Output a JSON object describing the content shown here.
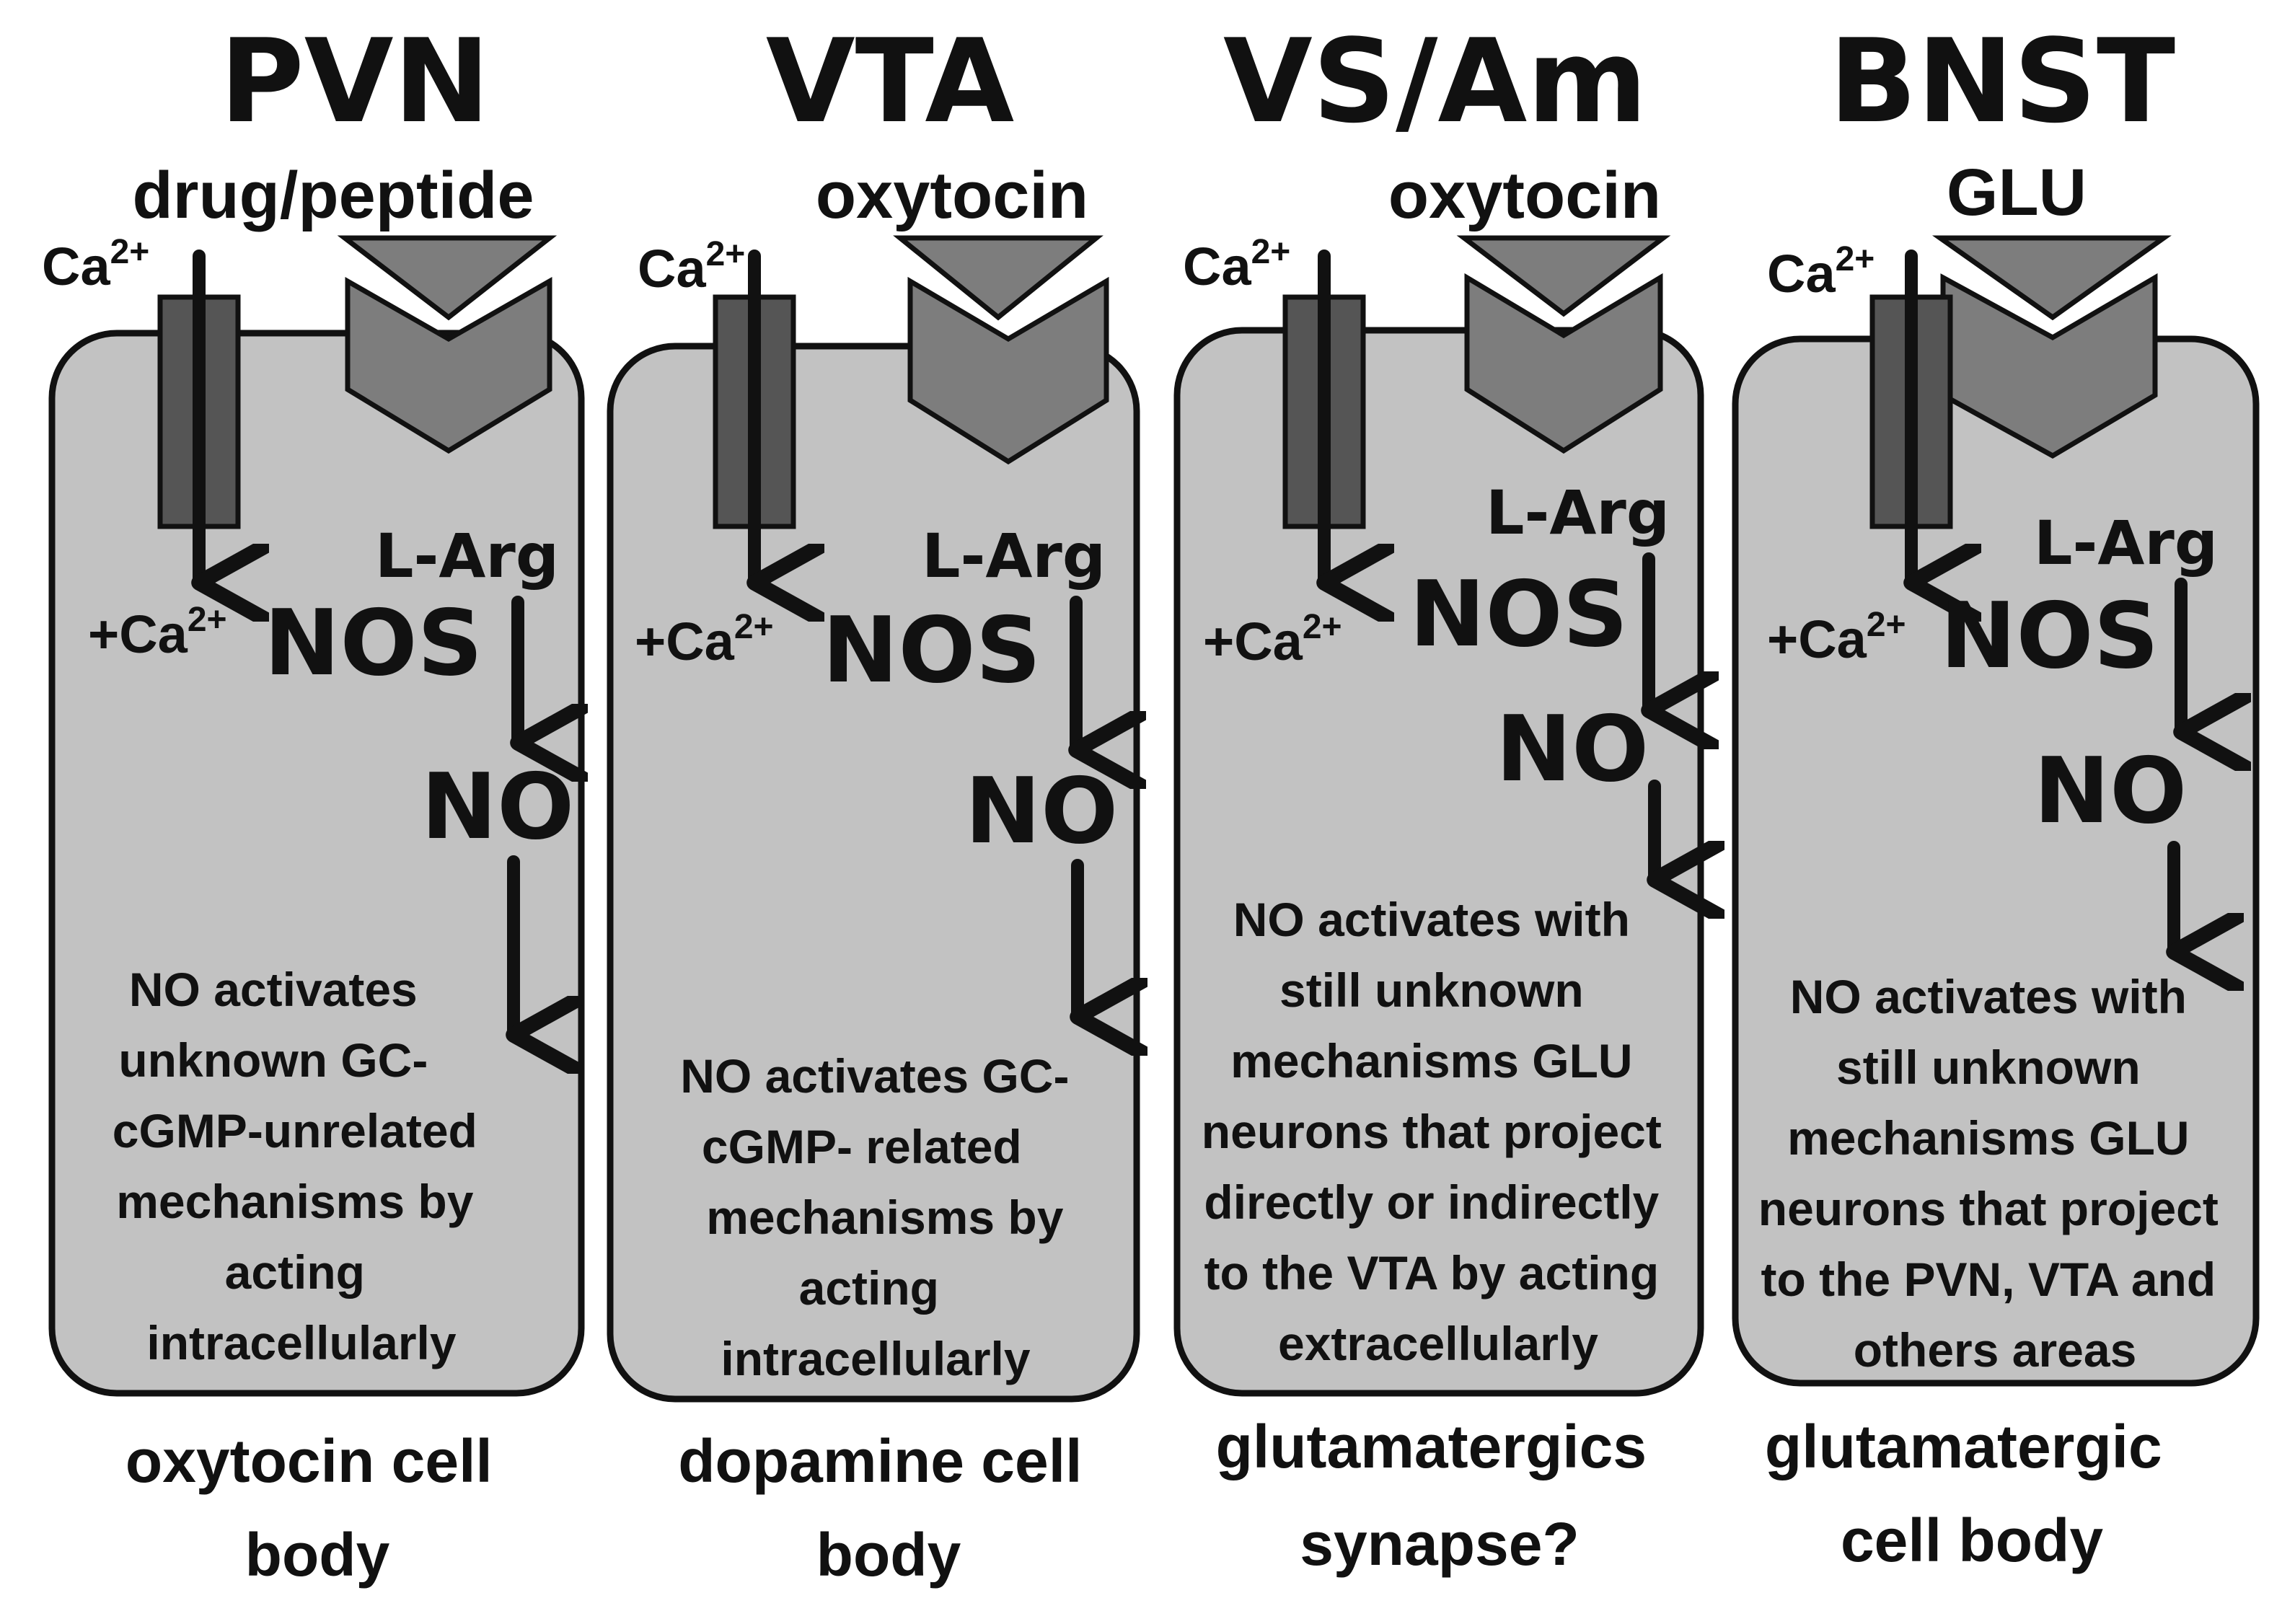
{
  "colors": {
    "cell_fill": "#c2c2c2",
    "cell_stroke": "#111111",
    "receptor_fill": "#7d7d7d",
    "channel_fill": "#555555",
    "text": "#111111",
    "background": "#ffffff"
  },
  "panels": [
    {
      "region": "PVN",
      "ligand": "drug/peptide",
      "channel_ion": "Ca",
      "channel_charge": "2+",
      "influx_ion": "+Ca",
      "influx_charge": "2+",
      "substrate": "L-Arg",
      "enzyme": "NOS",
      "product": "NO",
      "mechanism": [
        "NO activates",
        "unknown GC-",
        "cGMP-unrelated",
        "mechanisms  by",
        "acting",
        "intracellularly"
      ],
      "cell_type": [
        "oxytocin cell",
        "body"
      ]
    },
    {
      "region": "VTA",
      "ligand": "oxytocin",
      "channel_ion": "Ca",
      "channel_charge": "2+",
      "influx_ion": "+Ca",
      "influx_charge": "2+",
      "substrate": "L-Arg",
      "enzyme": "NOS",
      "product": "NO",
      "mechanism": [
        "NO activates GC-",
        "cGMP- related",
        "mechanisms  by",
        "acting",
        "intracellularly"
      ],
      "cell_type": [
        "dopamine cell",
        "body"
      ]
    },
    {
      "region": "VS/Am",
      "ligand": "oxytocin",
      "channel_ion": "Ca",
      "channel_charge": "2+",
      "influx_ion": "+Ca",
      "influx_charge": "2+",
      "substrate": "L-Arg",
      "enzyme": "NOS",
      "product": "NO",
      "mechanism": [
        "NO activates   with",
        "still unknown",
        "mechanisms GLU",
        "neurons that project",
        "directly or indirectly",
        "to the VTA by acting",
        "extracellularly"
      ],
      "cell_type": [
        "glutamatergics",
        "synapse?"
      ]
    },
    {
      "region": "BNST",
      "ligand": "GLU",
      "channel_ion": "Ca",
      "channel_charge": "2+",
      "influx_ion": "+Ca",
      "influx_charge": "2+",
      "substrate": "L-Arg",
      "enzyme": "NOS",
      "product": "NO",
      "mechanism": [
        "NO activates   with",
        "still unknown",
        "mechanisms GLU",
        "neurons that project",
        "to the PVN, VTA and",
        "others areas"
      ],
      "cell_type": [
        "glutamatergic",
        "cell body"
      ]
    }
  ]
}
